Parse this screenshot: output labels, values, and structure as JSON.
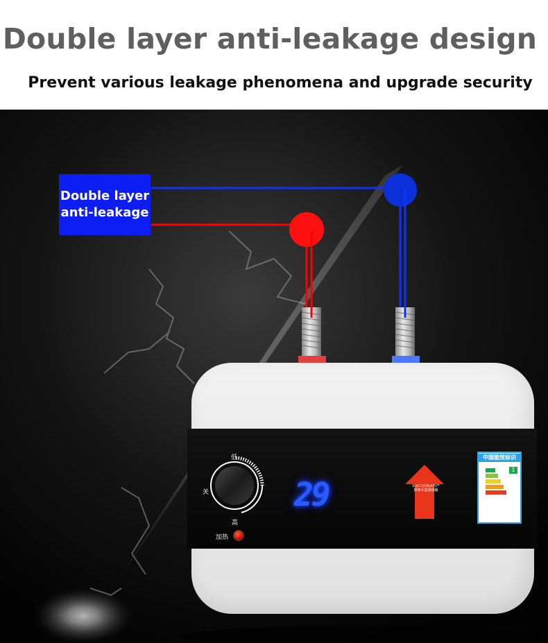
{
  "header": {
    "title": "Double layer anti-leakage design",
    "subtitle": "Prevent various leakage phenomena and upgrade security"
  },
  "callout": {
    "label": "Double layer anti-leakage",
    "box_color": "#0d1ef2",
    "hot_line_color": "#ff0000",
    "cold_line_color": "#1030ff"
  },
  "heater": {
    "display_value": "29",
    "knob_off_label": "关",
    "knob_low_label": "低",
    "knob_high_label": "高",
    "heat_indicator_label": "加热",
    "warning_text": "出水口出热水时严禁用手直接接触",
    "energy_label_title": "中国能效标识",
    "energy_label_grade": "1"
  },
  "colors": {
    "background": "#050505",
    "title_color": "#5f5f5f",
    "display_glow": "#2a5bff",
    "energy_frame": "#2aa3e8"
  },
  "icons": [
    "lightning-crack-graphic",
    "hot-water-pipe",
    "cold-water-pipe",
    "temperature-knob",
    "warning-arrow"
  ]
}
